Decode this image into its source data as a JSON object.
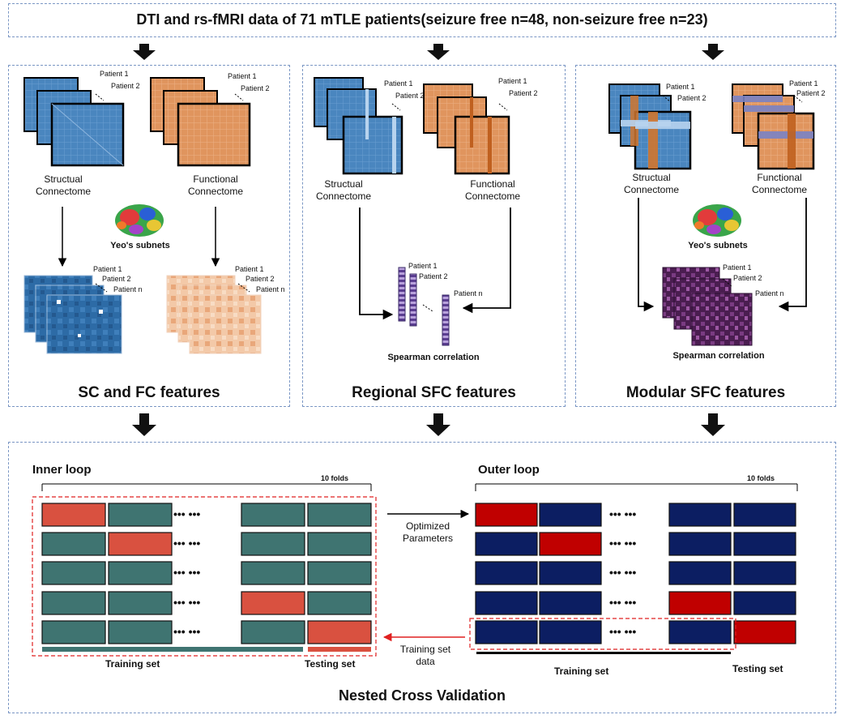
{
  "header": {
    "title": "DTI and rs-fMRI data of 71 mTLE patients(seizure free n=48, non-seizure free n=23)"
  },
  "patients": {
    "p1": "Patient 1",
    "p2": "Patient 2",
    "pn": "Patient n"
  },
  "panel_sc_fc": {
    "structural": "Structual Connectome",
    "functional": "Functional Connectome",
    "subnets": "Yeo's subnets",
    "title": "SC and FC features"
  },
  "panel_regional": {
    "structural": "Structual Connectome",
    "functional": "Functional Connectome",
    "spearman": "Spearman correlation",
    "title": "Regional SFC features"
  },
  "panel_modular": {
    "structural": "Structual Connectome",
    "functional": "Functional Connectome",
    "subnets": "Yeo's subnets",
    "spearman": "Spearman correlation",
    "title": "Modular SFC features"
  },
  "validation": {
    "inner_loop": "Inner loop",
    "outer_loop": "Outer loop",
    "folds": "10 folds",
    "dots": "•••  •••",
    "optimized": "Optimized Parameters",
    "training_set_data": "Training set data",
    "training_set": "Training set",
    "testing_set": "Testing set",
    "title": "Nested Cross Validation"
  },
  "colors": {
    "sc_blue": "#4a86bf",
    "fc_orange": "#e0955e",
    "spearman_purple": "#6b4d9e",
    "modular_purple": "#5a2660",
    "inner_train": "#3f7471",
    "inner_test": "#d95140",
    "outer_train": "#0c1e62",
    "outer_test": "#c00000",
    "dash_blue": "#7a96c4",
    "red_arrow": "#e02020"
  }
}
